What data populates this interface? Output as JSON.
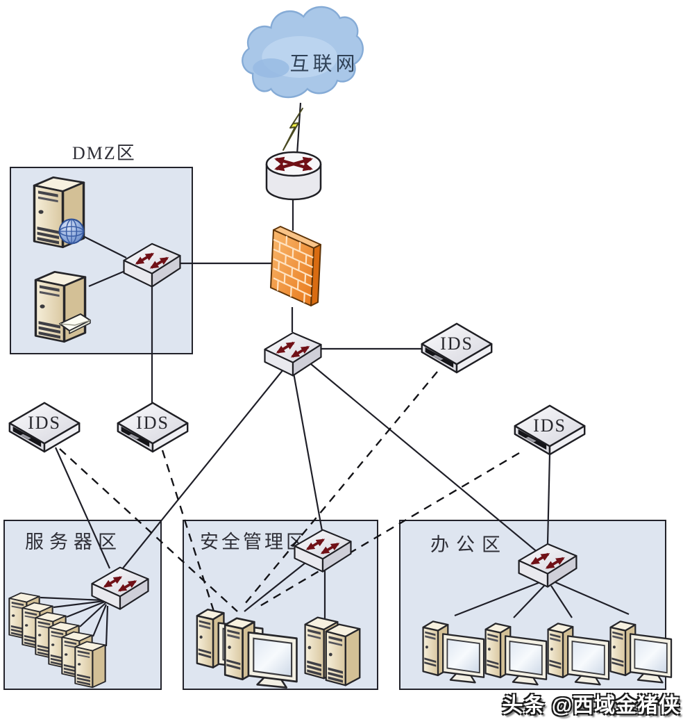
{
  "cloud": {
    "label": "互联网"
  },
  "zones": {
    "dmz": {
      "title": "DMZ区"
    },
    "server_zone": {
      "title": "服务器区"
    },
    "security_zone": {
      "title": "安全管理区"
    },
    "office_zone": {
      "title": "办公区"
    }
  },
  "ids_units": [
    "IDS",
    "IDS",
    "IDS",
    "IDS"
  ],
  "watermark": {
    "text": "头条 @西域金猪侠"
  },
  "colors": {
    "zone_fill": "#dee5f0",
    "zone_border": "#22222a",
    "line": "#1f1f28",
    "firewall_orange": "#ee8422",
    "arrow_red": "#701016",
    "cloud_blue": "#a9c7e8",
    "server_beige": "#e7d9b6"
  },
  "topology": {
    "nodes": [
      {
        "id": "internet",
        "type": "cloud",
        "label": "互联网"
      },
      {
        "id": "border-router",
        "type": "router"
      },
      {
        "id": "firewall",
        "type": "firewall"
      },
      {
        "id": "core-switch",
        "type": "switch"
      },
      {
        "id": "ids-core",
        "type": "ids",
        "label": "IDS"
      },
      {
        "id": "ids-dmz",
        "type": "ids",
        "label": "IDS"
      },
      {
        "id": "ids-server",
        "type": "ids",
        "label": "IDS"
      },
      {
        "id": "ids-office",
        "type": "ids",
        "label": "IDS"
      },
      {
        "id": "dmz-switch",
        "type": "switch",
        "zone": "dmz"
      },
      {
        "id": "web-server",
        "type": "server-with-globe",
        "zone": "dmz"
      },
      {
        "id": "mail-server",
        "type": "server-with-envelope",
        "zone": "dmz"
      },
      {
        "id": "server-zone-switch",
        "type": "switch",
        "zone": "server_zone"
      },
      {
        "id": "server-farm",
        "type": "server-stack",
        "count": 6,
        "zone": "server_zone"
      },
      {
        "id": "security-switch",
        "type": "switch",
        "zone": "security_zone"
      },
      {
        "id": "mgmt-consoles",
        "type": "workstation",
        "count": 2,
        "zone": "security_zone"
      },
      {
        "id": "mgmt-servers",
        "type": "server",
        "count": 2,
        "zone": "security_zone"
      },
      {
        "id": "office-switch",
        "type": "switch",
        "zone": "office_zone"
      },
      {
        "id": "office-pcs",
        "type": "workstation",
        "count": 4,
        "zone": "office_zone"
      }
    ],
    "edges": [
      {
        "from": "internet",
        "to": "border-router",
        "style": "solid",
        "note": "lightning-wan-link"
      },
      {
        "from": "border-router",
        "to": "firewall",
        "style": "solid"
      },
      {
        "from": "firewall",
        "to": "core-switch",
        "style": "solid"
      },
      {
        "from": "dmz-switch",
        "to": "firewall",
        "style": "solid"
      },
      {
        "from": "dmz-switch",
        "to": "web-server",
        "style": "solid"
      },
      {
        "from": "dmz-switch",
        "to": "mail-server",
        "style": "solid"
      },
      {
        "from": "dmz-switch",
        "to": "ids-dmz",
        "style": "solid"
      },
      {
        "from": "core-switch",
        "to": "ids-core",
        "style": "solid"
      },
      {
        "from": "core-switch",
        "to": "server-zone-switch",
        "style": "solid"
      },
      {
        "from": "core-switch",
        "to": "security-switch",
        "style": "solid"
      },
      {
        "from": "core-switch",
        "to": "office-switch",
        "style": "solid"
      },
      {
        "from": "ids-server",
        "to": "server-zone-switch",
        "style": "solid"
      },
      {
        "from": "ids-office",
        "to": "office-switch",
        "style": "solid"
      },
      {
        "from": "server-zone-switch",
        "to": "server-farm",
        "style": "solid",
        "count": 6
      },
      {
        "from": "security-switch",
        "to": "mgmt-consoles",
        "style": "solid"
      },
      {
        "from": "security-switch",
        "to": "mgmt-servers",
        "style": "solid"
      },
      {
        "from": "office-switch",
        "to": "office-pcs",
        "style": "solid",
        "count": 4
      },
      {
        "from": "ids-server",
        "to": "mgmt-consoles",
        "style": "dashed"
      },
      {
        "from": "ids-dmz",
        "to": "mgmt-consoles",
        "style": "dashed"
      },
      {
        "from": "ids-core",
        "to": "mgmt-consoles",
        "style": "dashed"
      },
      {
        "from": "ids-office",
        "to": "mgmt-consoles",
        "style": "dashed"
      }
    ]
  }
}
